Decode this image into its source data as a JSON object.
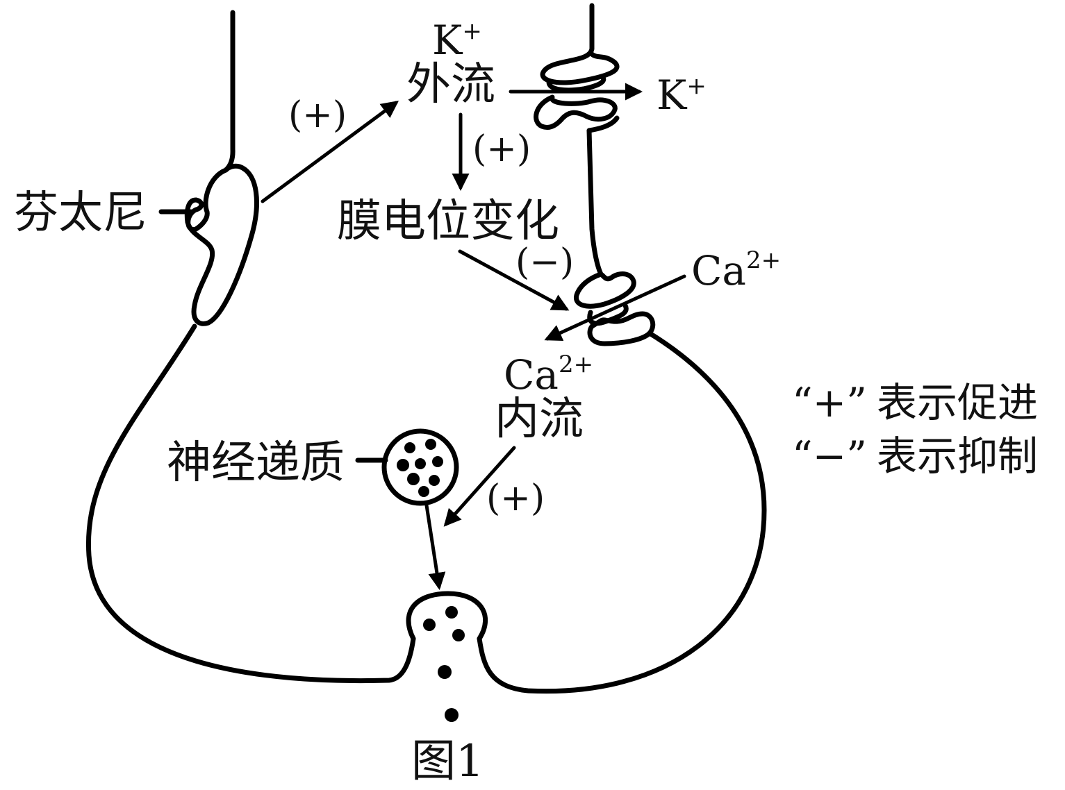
{
  "labels": {
    "fentanyl": "芬太尼",
    "k_outflow_ion": "K",
    "k_outflow_charge": "+",
    "k_outflow_text": "外流",
    "k_out_ion": "K",
    "k_out_charge": "+",
    "membrane_potential": "膜电位变化",
    "ca_outside_ion": "Ca",
    "ca_outside_charge": "2+",
    "ca_inflow_ion": "Ca",
    "ca_inflow_charge": "2+",
    "ca_inflow_text": "内流",
    "neurotransmitter": "神经递质"
  },
  "signs": {
    "fentanyl_to_k": "(+)",
    "k_to_potential": "(+)",
    "potential_to_ca": "(−)",
    "ca_to_release": "(+)"
  },
  "legend": {
    "plus_symbol": "“+”",
    "plus_text": "表示促进",
    "minus_symbol": "“−”",
    "minus_text": "表示抑制"
  },
  "caption": "图1"
}
